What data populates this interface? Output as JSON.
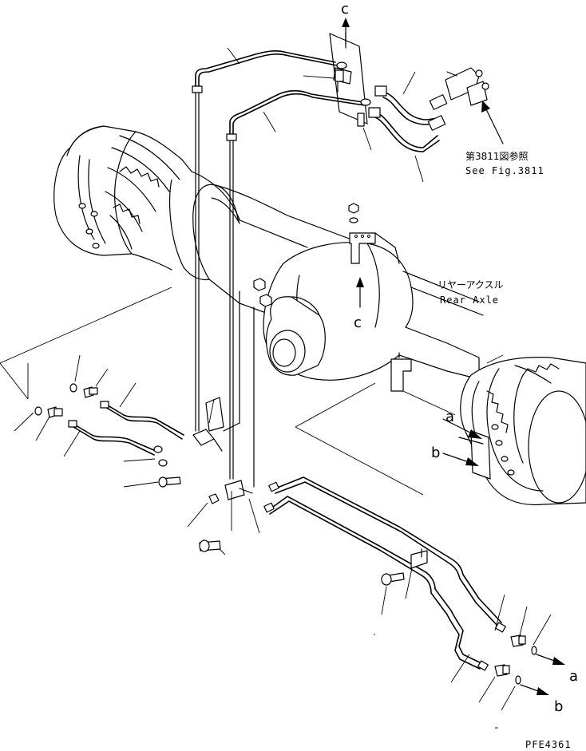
{
  "labels": {
    "rear_axle_jp": "リヤーアクスル",
    "rear_axle_en": "Rear Axle",
    "see_fig_jp": "第3811図参照",
    "see_fig_en": "See Fig.3811",
    "drawing_code": "PFE4361",
    "marker_c": "c",
    "marker_a": "a",
    "marker_b": "b"
  }
}
